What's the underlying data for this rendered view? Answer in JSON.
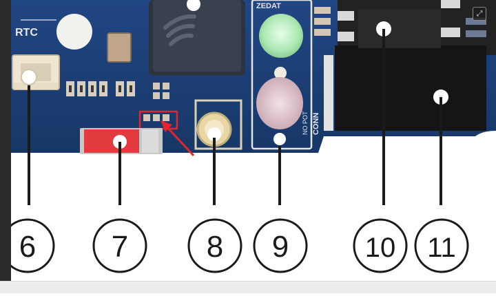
{
  "board": {
    "rtc_silk": "RTC",
    "led_silk": "ZEDAT",
    "side_silk": "CONN",
    "side_silk2": "NO POT"
  },
  "callouts": [
    {
      "id": "callout-6",
      "label": "6"
    },
    {
      "id": "callout-7",
      "label": "7"
    },
    {
      "id": "callout-8",
      "label": "8"
    },
    {
      "id": "callout-9",
      "label": "9"
    },
    {
      "id": "callout-10",
      "label": "10"
    },
    {
      "id": "callout-11",
      "label": "11"
    }
  ],
  "ui": {
    "expand_icon": "expand-icon",
    "expand_glyph": "⤢"
  },
  "colors": {
    "pcb_blue": "#1d3e78",
    "highlight_red": "#e2262b",
    "callout_line": "#1a1a1a"
  }
}
